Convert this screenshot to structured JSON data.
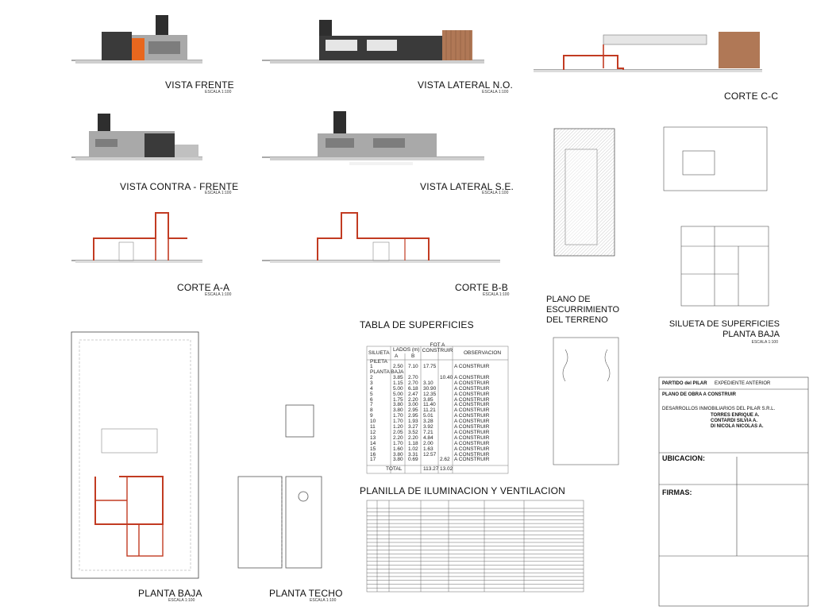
{
  "sheet": {
    "views": {
      "vista_frente": {
        "title": "VISTA FRENTE",
        "scale": "ESCALA 1:100"
      },
      "vista_lateral_no": {
        "title": "VISTA LATERAL N.O.",
        "scale": "ESCALA 1:100"
      },
      "corte_cc": {
        "title": "CORTE C-C",
        "scale": ""
      },
      "vista_contra_frente": {
        "title": "VISTA CONTRA - FRENTE",
        "scale": "ESCALA 1:100"
      },
      "vista_lateral_se": {
        "title": "VISTA LATERAL S.E.",
        "scale": "ESCALA 1:100"
      },
      "corte_aa": {
        "title": "CORTE A-A",
        "scale": "ESCALA 1:100"
      },
      "corte_bb": {
        "title": "CORTE B-B",
        "scale": "ESCALA 1:100"
      },
      "escurrimiento": {
        "title": "PLANO DE ESCURRIMIENTO DEL TERRENO"
      },
      "silueta": {
        "title": "SILUETA DE SUPERFICIES PLANTA BAJA",
        "scale": "ESCALA 1:100"
      },
      "planta_baja": {
        "title": "PLANTA BAJA",
        "scale": "ESCALA 1:100"
      },
      "planta_techo": {
        "title": "PLANTA TECHO",
        "scale": "ESCALA 1:100"
      }
    },
    "tabla_superficies": {
      "title": "TABLA DE SUPERFICIES",
      "headers": [
        "SILUETA",
        "LADOS (m)",
        "FOT A CONSTRUIR",
        "OBSERVACION"
      ],
      "subheaders": [
        "A",
        "B"
      ],
      "section_pileta": "PILETA",
      "section_planta_baja": "PLANTA BAJA",
      "rows": [
        [
          "1",
          "2.50",
          "7.10",
          "17.75",
          "",
          "A CONSTRUIR"
        ],
        [
          "2",
          "3.85",
          "2.70",
          "",
          "10.40",
          "A CONSTRUIR"
        ],
        [
          "3",
          "1.15",
          "2.70",
          "3.10",
          "",
          "A CONSTRUIR"
        ],
        [
          "4",
          "5.00",
          "6.18",
          "30.90",
          "",
          "A CONSTRUIR"
        ],
        [
          "5",
          "5.00",
          "2.47",
          "12.35",
          "",
          "A CONSTRUIR"
        ],
        [
          "6",
          "1.75",
          "2.20",
          "3.85",
          "",
          "A CONSTRUIR"
        ],
        [
          "7",
          "3.80",
          "3.00",
          "11.40",
          "",
          "A CONSTRUIR"
        ],
        [
          "8",
          "3.80",
          "2.95",
          "11.21",
          "",
          "A CONSTRUIR"
        ],
        [
          "9",
          "1.70",
          "2.95",
          "5.01",
          "",
          "A CONSTRUIR"
        ],
        [
          "10",
          "1.70",
          "1.93",
          "3.28",
          "",
          "A CONSTRUIR"
        ],
        [
          "11",
          "1.20",
          "3.27",
          "3.92",
          "",
          "A CONSTRUIR"
        ],
        [
          "12",
          "2.05",
          "3.52",
          "7.21",
          "",
          "A CONSTRUIR"
        ],
        [
          "13",
          "2.20",
          "2.20",
          "4.84",
          "",
          "A CONSTRUIR"
        ],
        [
          "14",
          "1.70",
          "1.18",
          "2.00",
          "",
          "A CONSTRUIR"
        ],
        [
          "15",
          "1.60",
          "1.02",
          "1.63",
          "",
          "A CONSTRUIR"
        ],
        [
          "16",
          "3.80",
          "3.31",
          "12.57",
          "",
          "A CONSTRUIR"
        ],
        [
          "17",
          "3.80",
          "0.69",
          "",
          "2.62",
          "A CONSTRUIR"
        ]
      ],
      "total_label": "TOTAL",
      "total_fot": "113.27",
      "total_construir": "13.02"
    },
    "planilla": {
      "title": "PLANILLA DE ILUMINACION Y VENTILACION",
      "row_count": 22
    },
    "title_block": {
      "partido": "PARTIDO del PILAR",
      "expediente": "EXPEDIENTE ANTERIOR",
      "plano_obra": "PLANO DE OBRA A CONSTRUIR",
      "titular": "DESARROLLOS INMOBILIARIOS DEL PILAR S.R.L.",
      "adquirentes": [
        "TORRES ENRIQUE A.",
        "CONTARDI SILVIA A.",
        "DI NICOLA NICOLAS A."
      ],
      "ubicacion": "UBICACION:",
      "firmas": "FIRMAS:"
    },
    "accent": "#c23b22",
    "accent_orange": "#e8671e",
    "dark": "#333333",
    "grey": "#9a9a9a"
  }
}
